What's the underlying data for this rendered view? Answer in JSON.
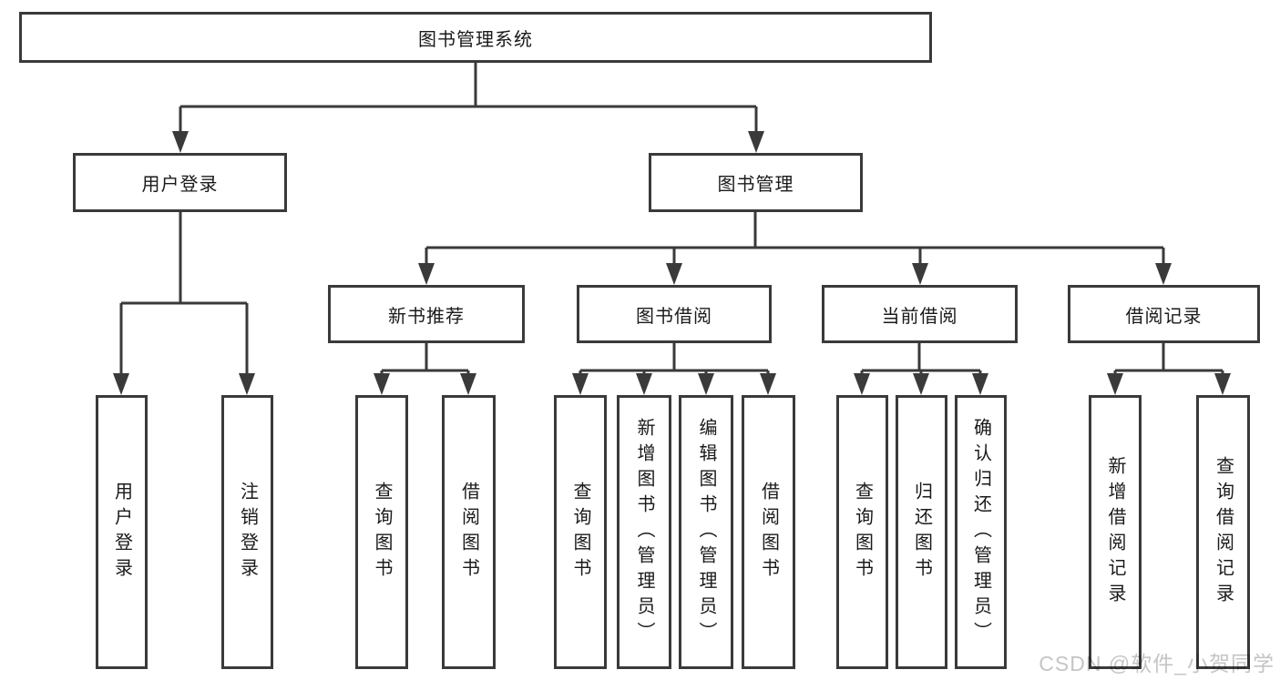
{
  "diagram": {
    "root": {
      "label": "图书管理系统"
    },
    "level2": [
      {
        "label": "用户登录"
      },
      {
        "label": "图书管理"
      }
    ],
    "level3": [
      {
        "label": "新书推荐"
      },
      {
        "label": "图书借阅"
      },
      {
        "label": "当前借阅"
      },
      {
        "label": "借阅记录"
      }
    ],
    "groups": [
      {
        "parent": "用户登录",
        "children": [
          "用户登录",
          "注销登录"
        ]
      },
      {
        "parent": "新书推荐",
        "children": [
          "查询图书",
          "借阅图书"
        ]
      },
      {
        "parent": "图书借阅",
        "children": [
          "查询图书",
          "新增图书（管理员）",
          "编辑图书（管理员）",
          "借阅图书"
        ]
      },
      {
        "parent": "当前借阅",
        "children": [
          "查询图书",
          "归还图书",
          "确认归还（管理员）"
        ]
      },
      {
        "parent": "借阅记录",
        "children": [
          "新增借阅记录",
          "查询借阅记录"
        ]
      }
    ]
  },
  "watermark": {
    "text": "CSDN @软件_小贺同学"
  },
  "colors": {
    "line": "#3a3a3a",
    "text": "#1a1a1a",
    "watermark": "#c5c5c5",
    "background": "#ffffff"
  }
}
